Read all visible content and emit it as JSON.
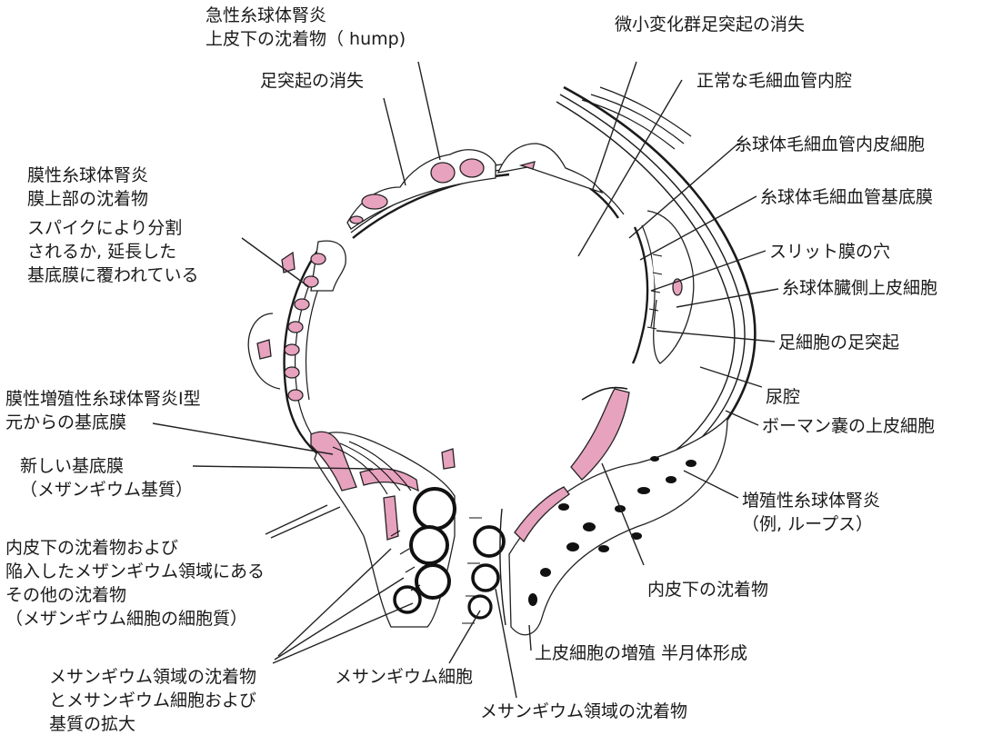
{
  "colors": {
    "deposit": "#e7a2be",
    "ink": "#111111",
    "background": "#ffffff"
  },
  "labels": {
    "hump": [
      "急性糸球体腎炎",
      "上皮下の沈着物（ hump)"
    ],
    "foot_loss_left": [
      "足突起の消失"
    ],
    "membranous": [
      "膜性糸球体腎炎",
      "膜上部の沈着物",
      "スパイクにより分割",
      "されるか, 延長した",
      "基底膜に覆われている"
    ],
    "mpgn": [
      "膜性増殖性糸球体腎炎I型",
      "元からの基底膜"
    ],
    "new_gbm": [
      "新しい基底膜",
      "（メザンギウム基質）"
    ],
    "subendo_mesangial": [
      "内皮下の沈着物および",
      "陥入したメザンギウム領域にある",
      "その他の沈着物",
      "（メザンギウム細胞の細胞質）"
    ],
    "mesangial_expansion": [
      "メサンギウム領域の沈着物",
      "とメサンギウム細胞および",
      "基質の拡大"
    ],
    "mesangial_cell": [
      "メサンギウム細胞"
    ],
    "mesangial_deposit": [
      "メサンギウム領域の沈着物"
    ],
    "minimal_change": [
      "微小変化群足突起の消失"
    ],
    "normal_lumen": [
      "正常な毛細血管内腔"
    ],
    "endothelial": [
      "糸球体毛細血管内皮細胞"
    ],
    "gbm": [
      "糸球体毛細血管基底膜"
    ],
    "slit": [
      "スリット膜の穴"
    ],
    "visceral_epi": [
      "糸球体臓側上皮細胞"
    ],
    "foot_process": [
      "足細胞の足突起"
    ],
    "urinary_space": [
      "尿腔"
    ],
    "bowman": [
      "ボーマン嚢の上皮細胞"
    ],
    "proliferative": [
      "増殖性糸球体腎炎",
      "（例, ループス）"
    ],
    "subendothelial": [
      "内皮下の沈着物"
    ],
    "crescent": [
      "上皮細胞の増殖 半月体形成"
    ]
  }
}
